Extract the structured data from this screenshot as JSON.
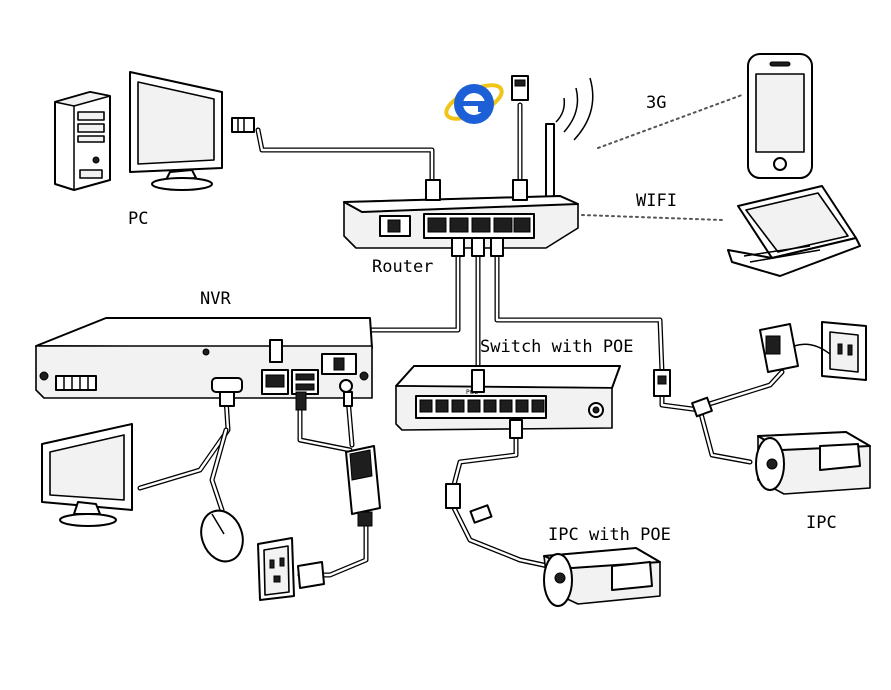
{
  "labels": {
    "pc": "PC",
    "router": "Router",
    "nvr": "NVR",
    "switch": "Switch with POE",
    "ipc_poe": "IPC with POE",
    "ipc": "IPC",
    "g3": "3G",
    "wifi": "WIFI",
    "poe_badge": "POE"
  },
  "icons": {
    "browser": "ie-browser-icon",
    "wireless": "wifi-signal-icon"
  },
  "colors": {
    "ink": "#000000",
    "browser_blue": "#1d5fd6",
    "browser_ring": "#f0c419"
  }
}
